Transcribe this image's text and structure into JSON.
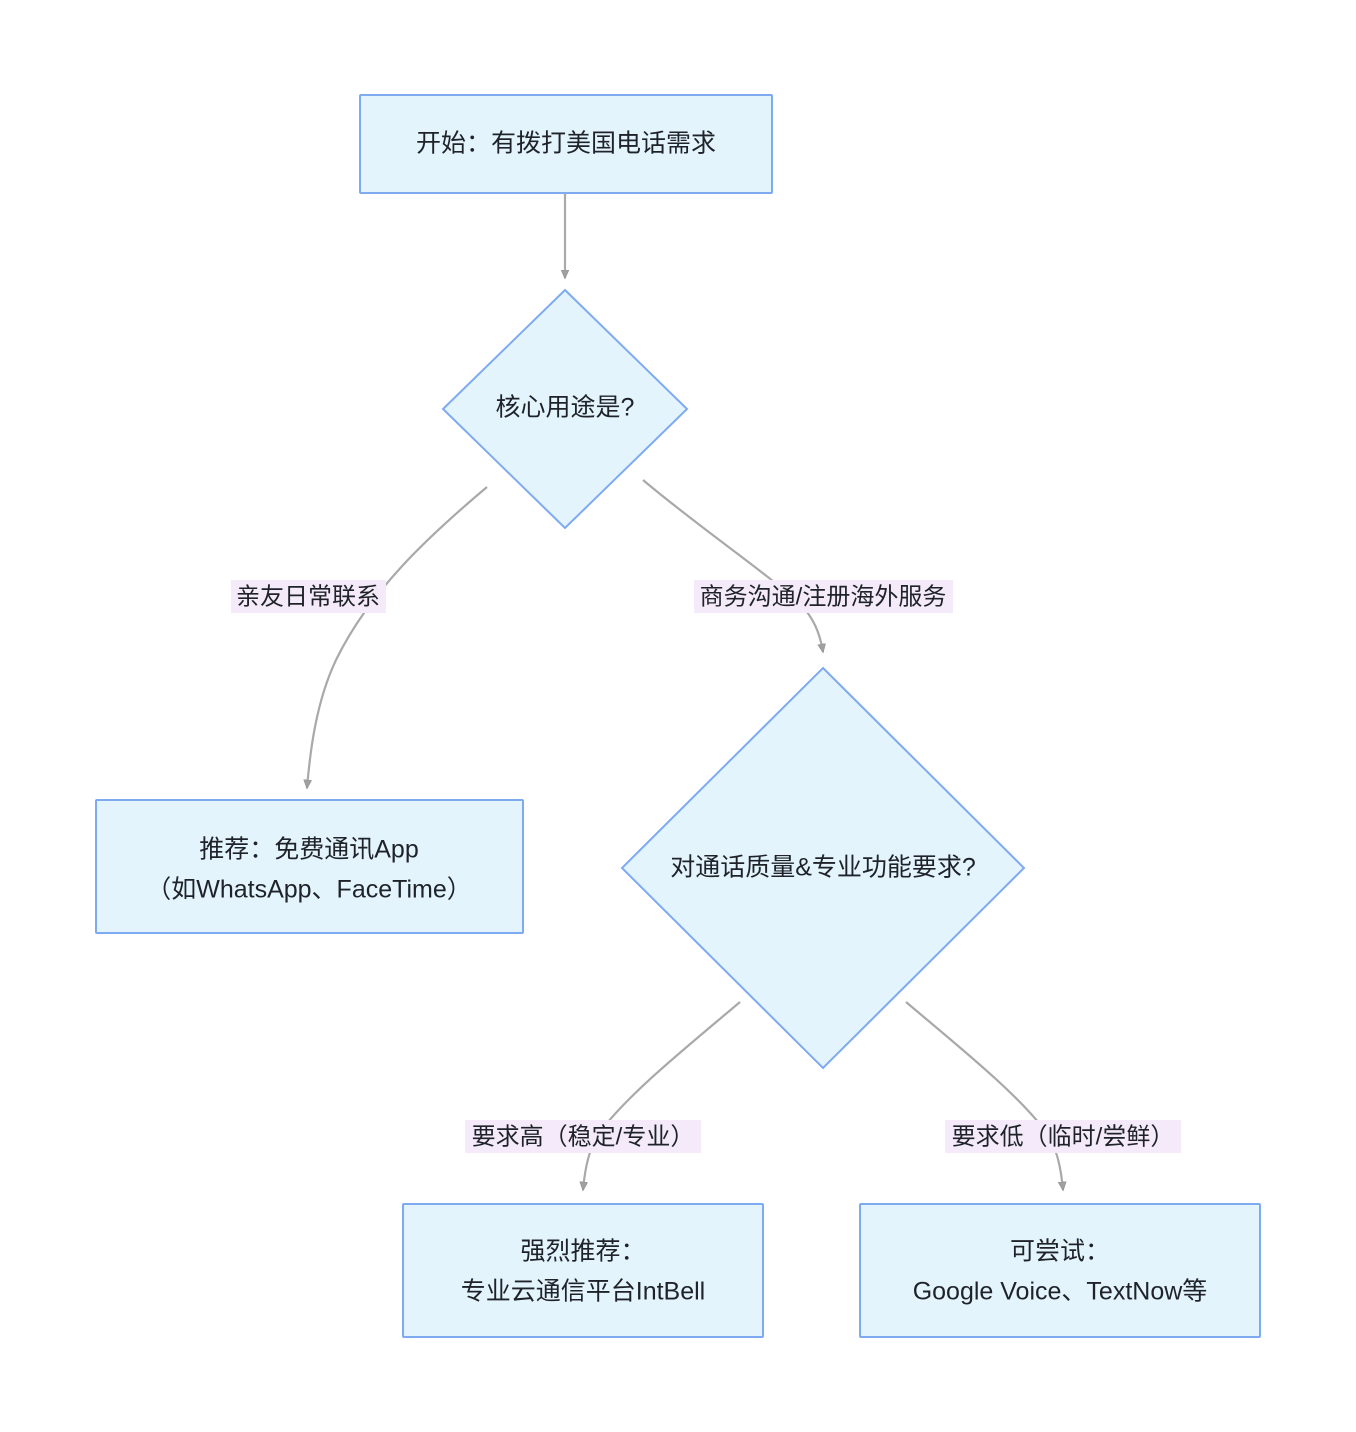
{
  "diagram": {
    "type": "flowchart",
    "title": "",
    "orientation": "top-down",
    "theme": {
      "node_fill": "#e3f4fd",
      "node_stroke": "#7eaaf2",
      "edge_stroke": "#a9a9a9",
      "label_background": "#f4eaf9",
      "text_color": "#1f2329",
      "page_background": "#ffffff"
    },
    "nodes": [
      {
        "id": "start",
        "shape": "rectangle",
        "lines": [
          "开始：有拨打美国电话需求"
        ]
      },
      {
        "id": "decision_purpose",
        "shape": "diamond",
        "lines": [
          "核心用途是?"
        ]
      },
      {
        "id": "result_free_apps",
        "shape": "rectangle",
        "lines": [
          "推荐：免费通讯App",
          "（如WhatsApp、FaceTime）"
        ]
      },
      {
        "id": "decision_quality",
        "shape": "diamond",
        "lines": [
          "对通话质量&专业功能要求?"
        ]
      },
      {
        "id": "result_intbell",
        "shape": "rectangle",
        "lines": [
          "强烈推荐：",
          "专业云通信平台IntBell"
        ]
      },
      {
        "id": "result_try",
        "shape": "rectangle",
        "lines": [
          "可尝试：",
          "Google Voice、TextNow等"
        ]
      }
    ],
    "edges": [
      {
        "id": "e1",
        "from": "start",
        "to": "decision_purpose",
        "label": ""
      },
      {
        "id": "e2",
        "from": "decision_purpose",
        "to": "result_free_apps",
        "label": "亲友日常联系"
      },
      {
        "id": "e3",
        "from": "decision_purpose",
        "to": "decision_quality",
        "label": "商务沟通/注册海外服务"
      },
      {
        "id": "e4",
        "from": "decision_quality",
        "to": "result_intbell",
        "label": "要求高（稳定/专业）"
      },
      {
        "id": "e5",
        "from": "decision_quality",
        "to": "result_try",
        "label": "要求低（临时/尝鲜）"
      }
    ]
  }
}
